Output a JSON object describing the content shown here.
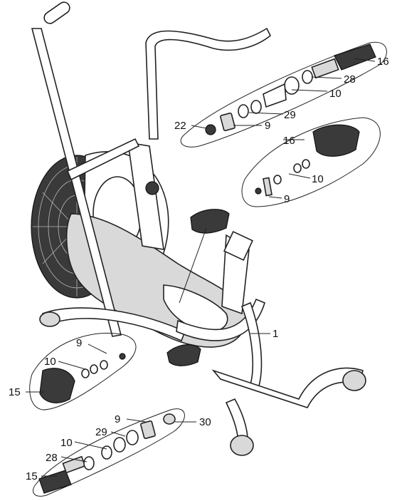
{
  "diagram": {
    "callouts": {
      "c16_top": "16",
      "c28_top": "28",
      "c10_top": "10",
      "c29_top": "29",
      "c22": "22",
      "c9_top": "9",
      "c16_mid": "16",
      "c10_mid": "10",
      "c9_mid": "9",
      "c1": "1",
      "c9_left": "9",
      "c10_left": "10",
      "c15_left": "15",
      "c9_bottom": "9",
      "c30": "30",
      "c29_bottom": "29",
      "c10_bottom": "10",
      "c28_bottom": "28",
      "c15_bottom": "15"
    }
  }
}
